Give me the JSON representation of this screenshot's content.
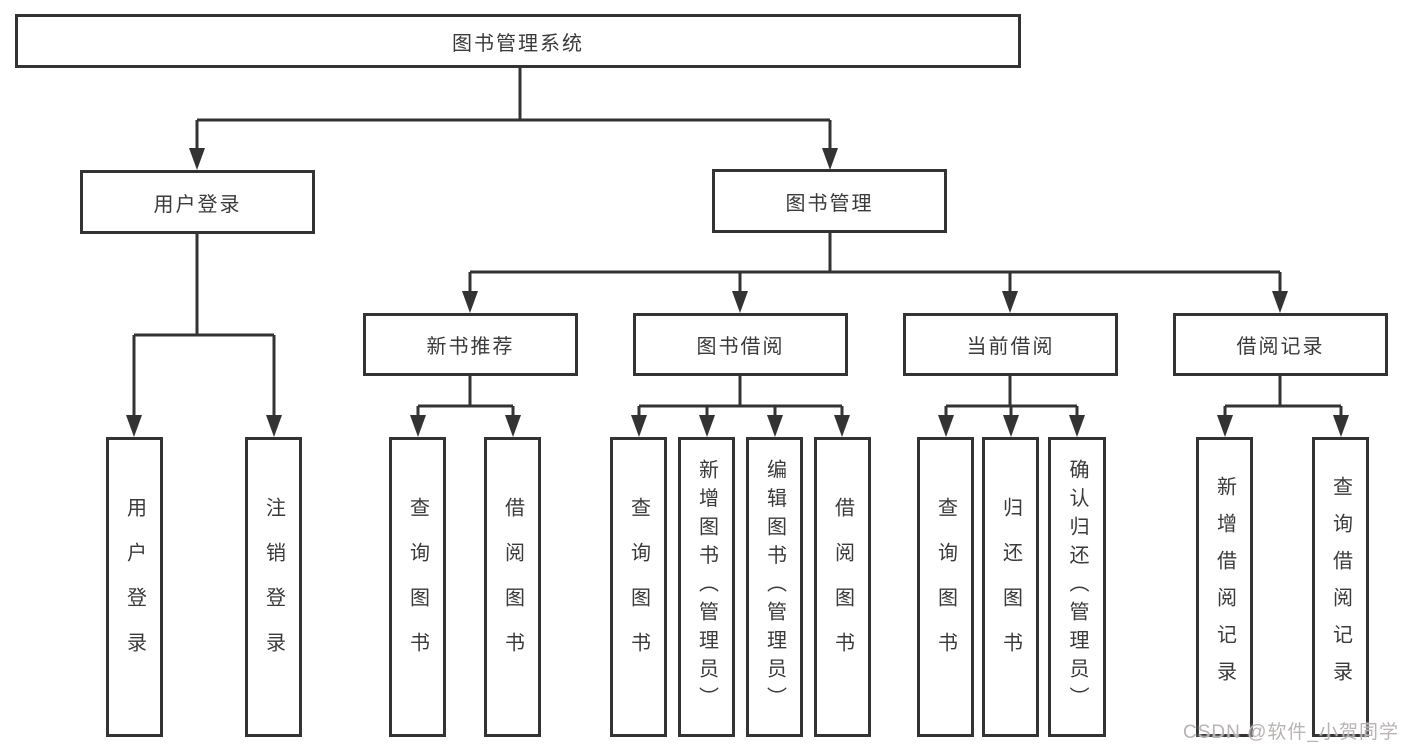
{
  "diagram": {
    "type": "hierarchy-tree",
    "colors": {
      "line": "#333333",
      "box_border": "#333333",
      "text": "#3a3a3a",
      "background": "#ffffff",
      "watermark": "#b9b3b3"
    },
    "nodes": {
      "root": {
        "label": "图书管理系统"
      },
      "user_login": {
        "label": "用户登录"
      },
      "book_management": {
        "label": "图书管理"
      },
      "user_login_leaf": {
        "label": "用户登录"
      },
      "logout_leaf": {
        "label": "注销登录"
      },
      "new_book_recommend": {
        "label": "新书推荐"
      },
      "book_borrowing": {
        "label": "图书借阅"
      },
      "current_borrowing": {
        "label": "当前借阅"
      },
      "borrowing_records": {
        "label": "借阅记录"
      },
      "recommend_query_books": {
        "label": "查询图书"
      },
      "recommend_borrow_books": {
        "label": "借阅图书"
      },
      "borrowing_query_books": {
        "label": "查询图书"
      },
      "borrowing_add_books": {
        "label": "新增图书（管理员）"
      },
      "borrowing_edit_books": {
        "label": "编辑图书（管理员）"
      },
      "borrowing_borrow_books": {
        "label": "借阅图书"
      },
      "current_query_books": {
        "label": "查询图书"
      },
      "current_return_books": {
        "label": "归还图书"
      },
      "current_confirm_return": {
        "label": "确认归还（管理员）"
      },
      "records_add_record": {
        "label": "新增借阅记录"
      },
      "records_query_record": {
        "label": "查询借阅记录"
      }
    },
    "structure": {
      "root": [
        "user_login",
        "book_management"
      ],
      "user_login": [
        "user_login_leaf",
        "logout_leaf"
      ],
      "book_management": [
        "new_book_recommend",
        "book_borrowing",
        "current_borrowing",
        "borrowing_records"
      ],
      "new_book_recommend": [
        "recommend_query_books",
        "recommend_borrow_books"
      ],
      "book_borrowing": [
        "borrowing_query_books",
        "borrowing_add_books",
        "borrowing_edit_books",
        "borrowing_borrow_books"
      ],
      "current_borrowing": [
        "current_query_books",
        "current_return_books",
        "current_confirm_return"
      ],
      "borrowing_records": [
        "records_add_record",
        "records_query_record"
      ]
    },
    "watermark": {
      "text": "CSDN @软件_小贺同学"
    }
  }
}
